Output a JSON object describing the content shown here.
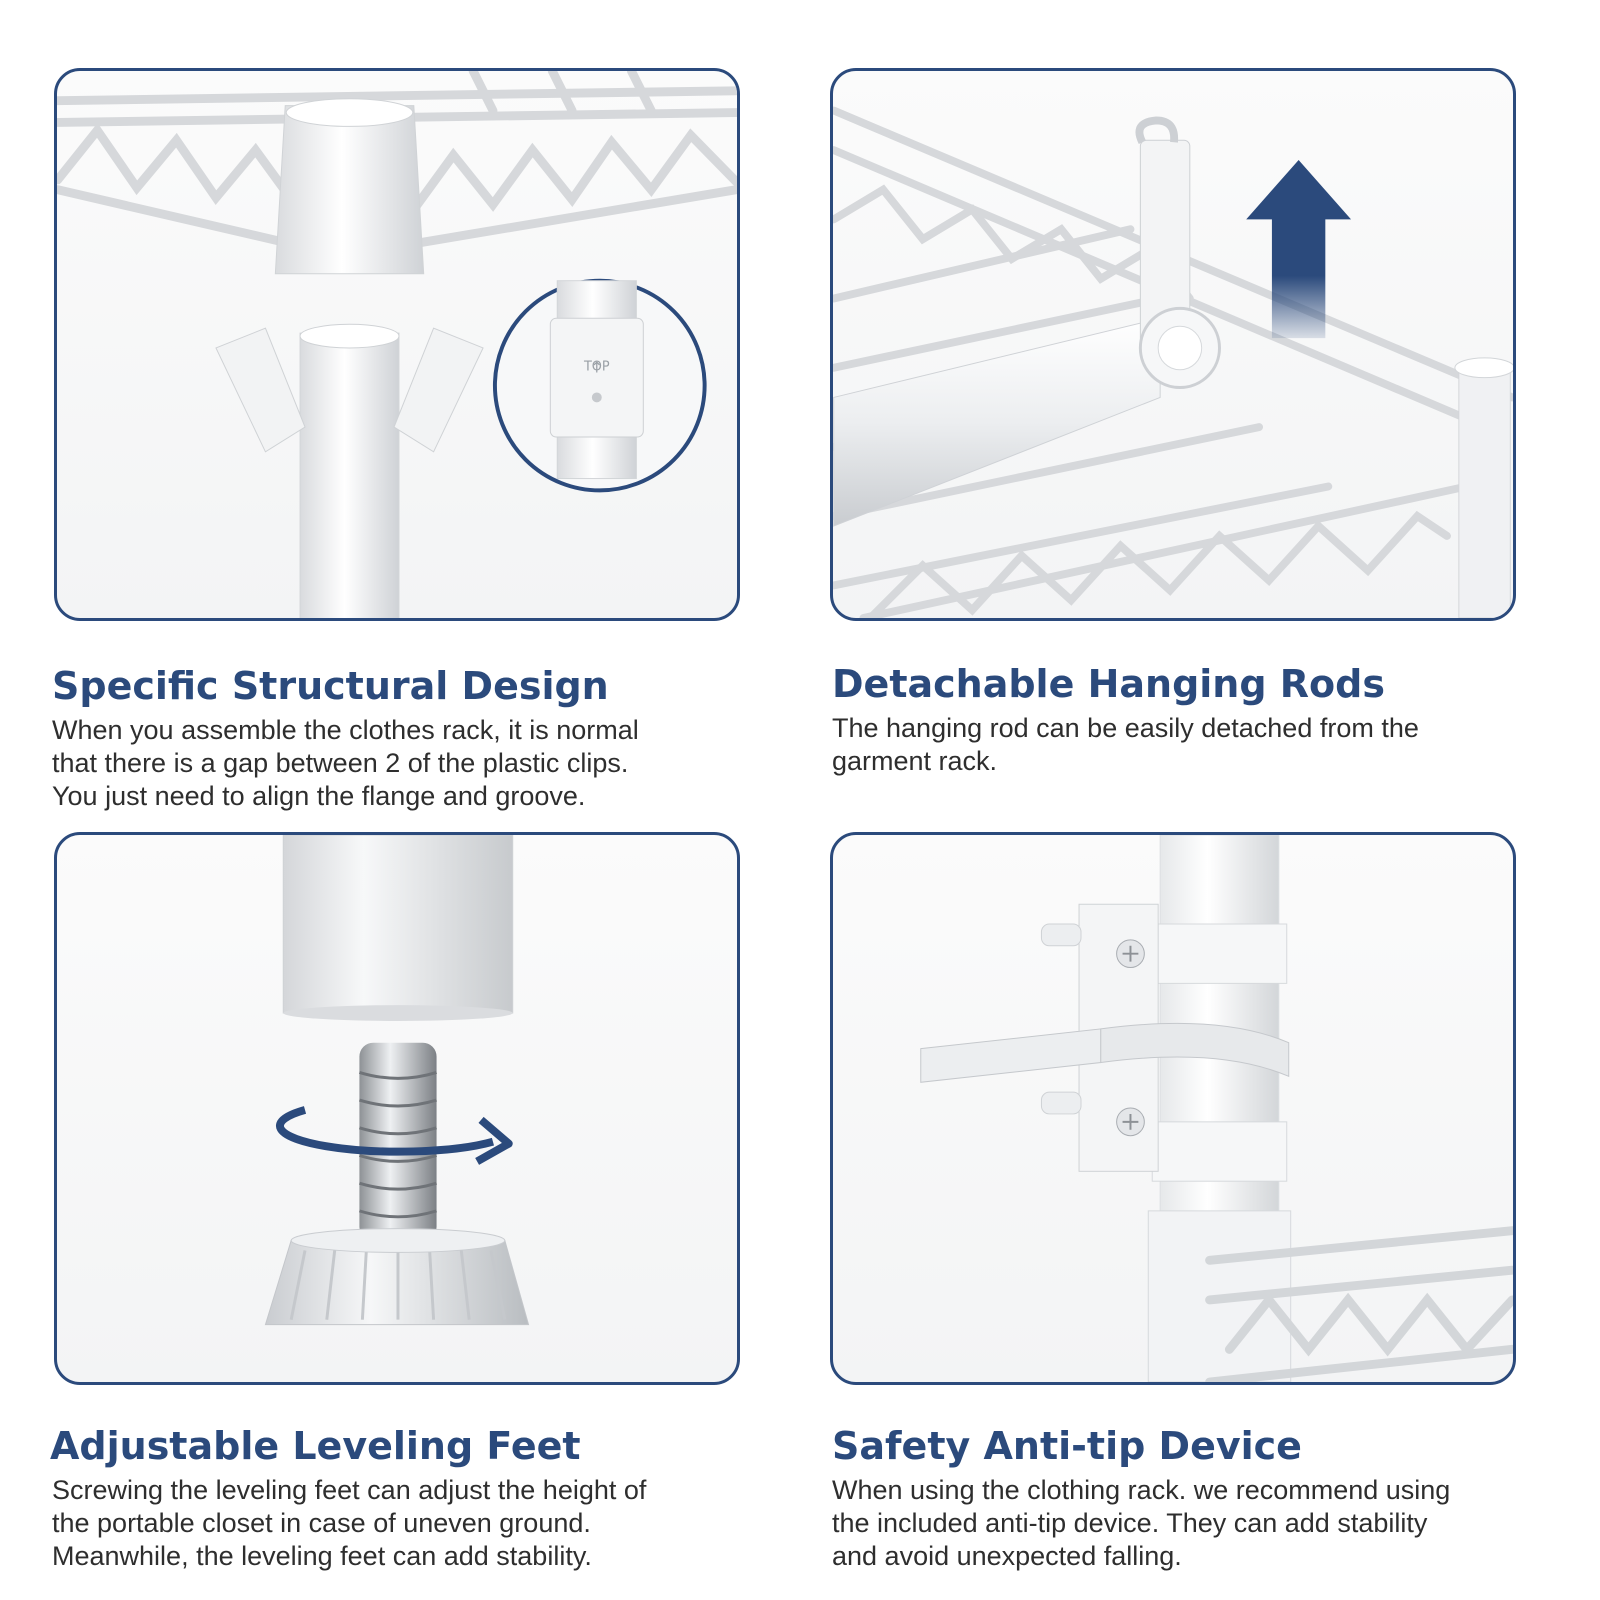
{
  "accent_color": "#2b4a7c",
  "features": [
    {
      "title": "Specific Structural Design",
      "lines": [
        "When you assemble the clothes rack, it is normal",
        "that there is a gap between 2 of the plastic clips.",
        "You just need to align the flange and groove."
      ],
      "inset_label": "TOP"
    },
    {
      "title": "Detachable Hanging Rods",
      "lines": [
        "The hanging rod can be easily detached from the",
        "garment rack."
      ]
    },
    {
      "title": "Adjustable Leveling Feet",
      "lines": [
        "Screwing the leveling feet can adjust the height of",
        "the portable closet in case of uneven ground.",
        "Meanwhile, the leveling feet can add stability."
      ]
    },
    {
      "title": "Safety Anti-tip Device",
      "lines": [
        "When using the clothing rack. we recommend using",
        "the included anti-tip device. They can add stability",
        "and avoid unexpected falling."
      ]
    }
  ]
}
